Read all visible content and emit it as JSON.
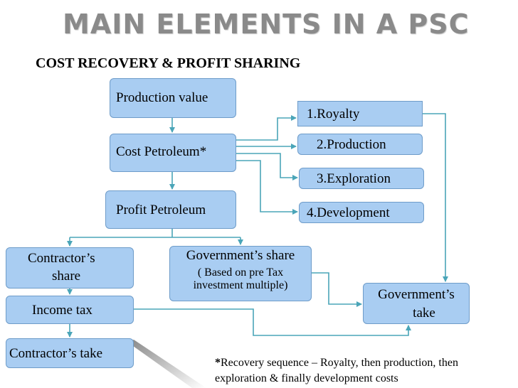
{
  "title": "MAIN ELEMENTS IN A PSC",
  "subtitle": "COST RECOVERY & PROFIT SHARING",
  "nodes": {
    "production_value": "Production value",
    "cost_petroleum": "Cost Petroleum*",
    "profit_petroleum": "Profit Petroleum",
    "royalty": "1.Royalty",
    "production": "2.Production",
    "exploration": "3.Exploration",
    "development": "4.Development",
    "contractors_share_line1": "Contractor’s",
    "contractors_share_line2": "share",
    "governments_share": "Government’s share",
    "governments_share_note_line1": "( Based on pre Tax",
    "governments_share_note_line2": "investment multiple)",
    "income_tax": "Income tax",
    "contractors_take": "Contractor’s take",
    "governments_take_line1": "Government’s",
    "governments_take_line2": "take"
  },
  "footnote": {
    "marker": "*",
    "text_line1": "Recovery sequence – Royalty, then production, then",
    "text_line2": "exploration & finally development costs"
  },
  "colors": {
    "node_fill": "#a9cdf2",
    "node_border": "#6e9cc9",
    "connector": "#4aa5b8",
    "title": "#8a8a8a"
  }
}
